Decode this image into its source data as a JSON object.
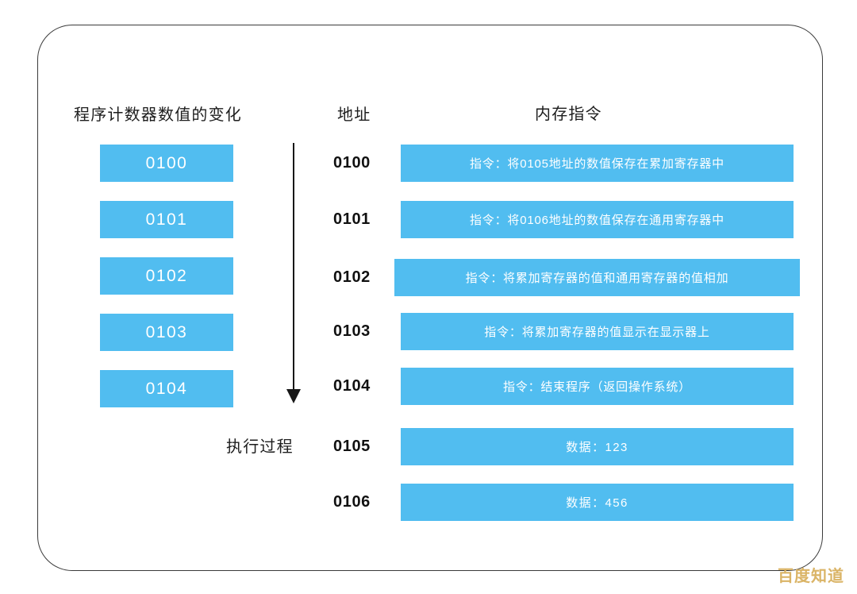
{
  "figure": {
    "watermark": "百度知道",
    "accent_color": "#51bdf0",
    "border_color": "#3a3a3a",
    "arrow_color": "#171717",
    "watermark_color": "#d9b05e"
  },
  "headers": {
    "program_counter": "程序计数器数值的变化",
    "address": "地址",
    "memory_instruction": "内存指令"
  },
  "arrow": {
    "label": "执行过程"
  },
  "program_counter_values": [
    {
      "value": "0100"
    },
    {
      "value": "0101"
    },
    {
      "value": "0102"
    },
    {
      "value": "0103"
    },
    {
      "value": "0104"
    }
  ],
  "memory_rows": [
    {
      "address": "0100",
      "content": "指令：将0105地址的数值保存在累加寄存器中",
      "kind": "instruction"
    },
    {
      "address": "0101",
      "content": "指令：将0106地址的数值保存在通用寄存器中",
      "kind": "instruction"
    },
    {
      "address": "0102",
      "content": "指令：将累加寄存器的值和通用寄存器的值相加",
      "kind": "instruction"
    },
    {
      "address": "0103",
      "content": "指令：将累加寄存器的值显示在显示器上",
      "kind": "instruction"
    },
    {
      "address": "0104",
      "content": "指令：结束程序（返回操作系统）",
      "kind": "instruction"
    },
    {
      "address": "0105",
      "content": "数据：123",
      "kind": "data"
    },
    {
      "address": "0106",
      "content": "数据：456",
      "kind": "data"
    }
  ]
}
